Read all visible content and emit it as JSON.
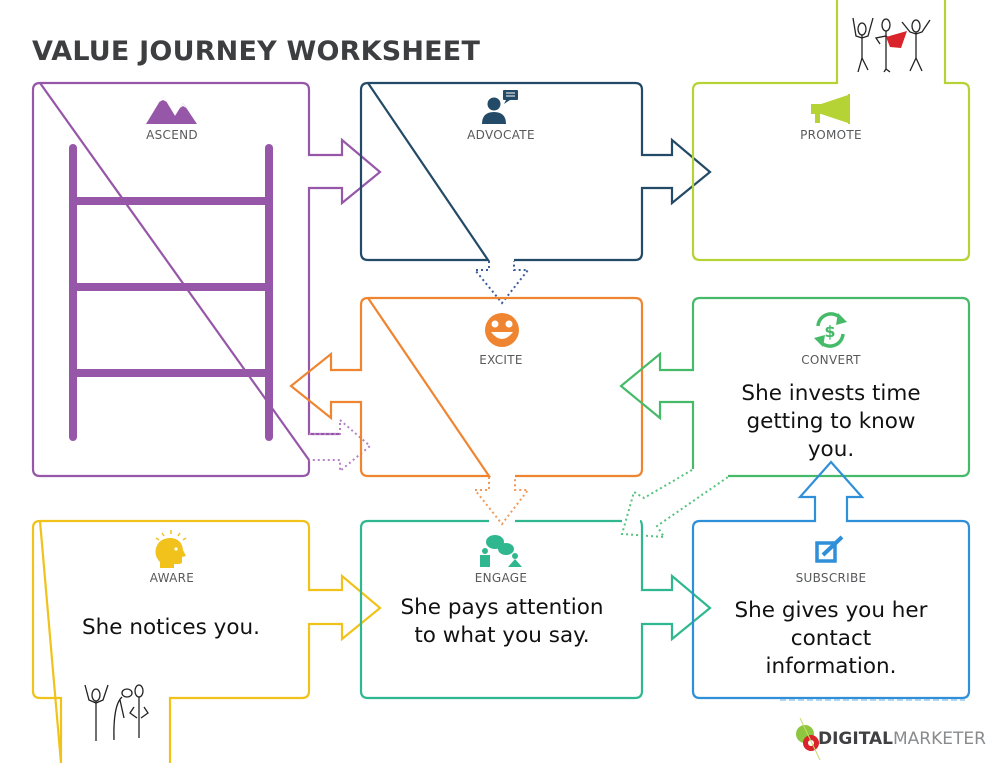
{
  "title": "VALUE JOURNEY WORKSHEET",
  "stages": {
    "ascend": {
      "label": "ASCEND",
      "text": "",
      "color": "#9657a8",
      "icon": "mountains-icon"
    },
    "advocate": {
      "label": "ADVOCATE",
      "text": "",
      "color": "#234a66",
      "icon": "person-speech-icon"
    },
    "promote": {
      "label": "PROMOTE",
      "text": "",
      "color": "#b5d334",
      "icon": "megaphone-icon"
    },
    "excite": {
      "label": "EXCITE",
      "text": "",
      "color": "#ef8531",
      "icon": "smiley-icon"
    },
    "convert": {
      "label": "CONVERT",
      "text": "She invests time getting to know you.",
      "text_lines": [
        "She invests time",
        "getting to know",
        "you."
      ],
      "color": "#45bb6a",
      "icon": "dollar-cycle-icon"
    },
    "aware": {
      "label": "AWARE",
      "text": "She notices you.",
      "text_lines": [
        "She notices you."
      ],
      "color": "#f1c21b",
      "icon": "lightbulb-head-icon"
    },
    "engage": {
      "label": "ENGAGE",
      "text": "She pays attention to what you say.",
      "text_lines": [
        "She pays attention",
        "to what you say."
      ],
      "color": "#2fb88f",
      "icon": "conversation-icon"
    },
    "subscribe": {
      "label": "SUBSCRIBE",
      "text": "She gives you her contact information.",
      "text_lines": [
        "She gives you her",
        "contact",
        "information."
      ],
      "color": "#2f8fd8",
      "icon": "edit-form-icon"
    }
  },
  "flow": [
    {
      "from": "aware",
      "to": "engage",
      "style": "solid"
    },
    {
      "from": "engage",
      "to": "subscribe",
      "style": "solid"
    },
    {
      "from": "subscribe",
      "to": "convert",
      "style": "solid"
    },
    {
      "from": "convert",
      "to": "engage",
      "style": "dotted"
    },
    {
      "from": "convert",
      "to": "excite",
      "style": "solid"
    },
    {
      "from": "excite",
      "to": "engage",
      "style": "dotted"
    },
    {
      "from": "excite",
      "to": "ascend",
      "style": "solid"
    },
    {
      "from": "ascend",
      "to": "excite",
      "style": "dotted"
    },
    {
      "from": "ascend",
      "to": "advocate",
      "style": "solid"
    },
    {
      "from": "advocate",
      "to": "excite",
      "style": "dotted"
    },
    {
      "from": "advocate",
      "to": "promote",
      "style": "solid"
    }
  ],
  "ladder": {
    "rungs": 3
  },
  "logo": {
    "bold": "DIGITAL",
    "light": "MARKETER"
  }
}
